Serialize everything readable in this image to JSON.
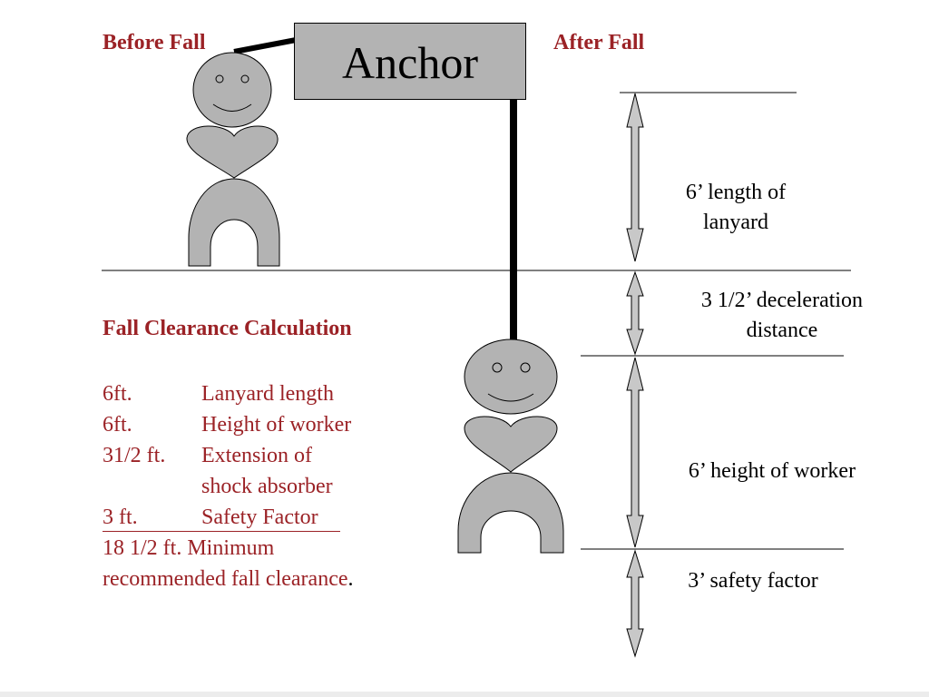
{
  "labels": {
    "before": "Before Fall",
    "after": "After Fall",
    "anchor": "Anchor"
  },
  "dimensions": {
    "lanyard": "6’ length of lanyard",
    "deceleration": "3 1/2’ deceleration distance",
    "height": "6’ height of worker",
    "safety": "3’ safety factor"
  },
  "calculation": {
    "title": "Fall Clearance Calculation",
    "rows": [
      {
        "value": "6ft.",
        "desc": "Lanyard length"
      },
      {
        "value": "6ft.",
        "desc": "Height of worker"
      },
      {
        "value": "31/2 ft.",
        "desc": "Extension of"
      },
      {
        "value": "",
        "desc": "shock absorber"
      },
      {
        "value": "3 ft.",
        "desc": "Safety Factor"
      }
    ],
    "total_line1": "18 1/2 ft. Minimum",
    "total_line2": "recommended fall clearance",
    "total_period": "."
  },
  "colors": {
    "accent": "#9b2226",
    "figure_fill": "#b3b3b3",
    "arrow_fill": "#c8c8c8",
    "line": "#000000"
  }
}
